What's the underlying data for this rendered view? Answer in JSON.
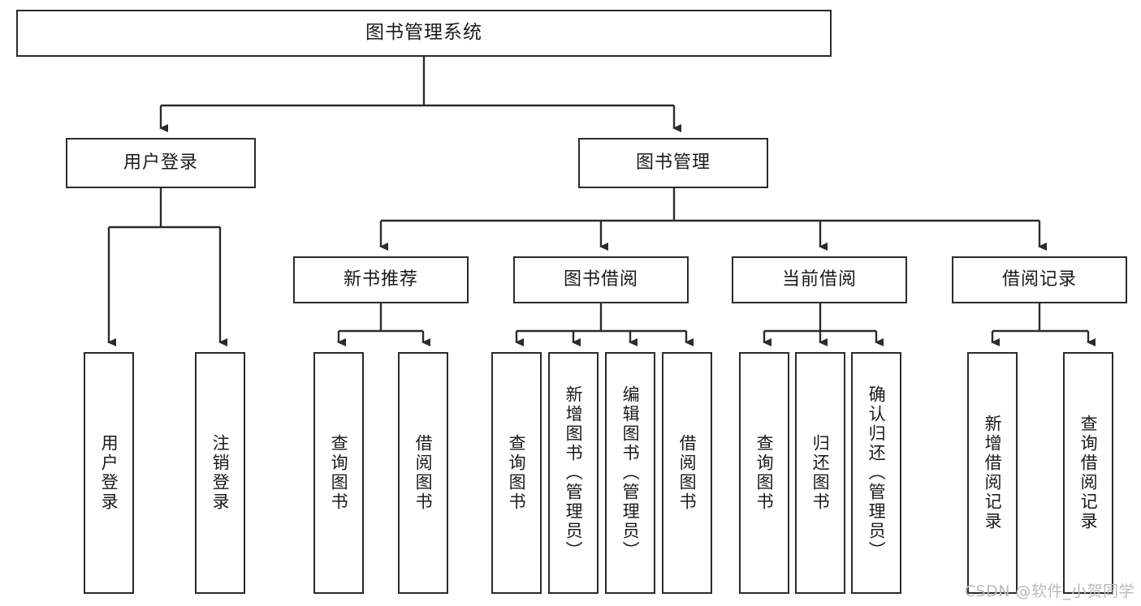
{
  "diagram": {
    "type": "tree-hierarchy-chart",
    "title": "图书管理系统",
    "watermark": "CSDN @软件_小贺同学",
    "colors": {
      "stroke": "#2b2b2b",
      "fill": "#ffffff",
      "text": "#1a1a1a",
      "watermark": "#b9b9b9"
    },
    "nodes": {
      "root": {
        "label": "图书管理系统"
      },
      "level2": [
        {
          "id": "user-login",
          "label": "用户登录"
        },
        {
          "id": "book-manage",
          "label": "图书管理"
        }
      ],
      "level3": [
        {
          "id": "new-book-recommend",
          "label": "新书推荐"
        },
        {
          "id": "book-borrow",
          "label": "图书借阅"
        },
        {
          "id": "current-borrow",
          "label": "当前借阅"
        },
        {
          "id": "borrow-record",
          "label": "借阅记录"
        }
      ],
      "leaves": {
        "user_login": [
          {
            "id": "leaf-user-login",
            "label": "用户登录"
          },
          {
            "id": "leaf-logout",
            "label": "注销登录"
          }
        ],
        "new_book_recommend": [
          {
            "id": "leaf-query-book-1",
            "label": "查询图书"
          },
          {
            "id": "leaf-borrow-book-1",
            "label": "借阅图书"
          }
        ],
        "book_borrow": [
          {
            "id": "leaf-query-book-2",
            "label": "查询图书"
          },
          {
            "id": "leaf-add-book",
            "label": "新增图书（管理员）"
          },
          {
            "id": "leaf-edit-book",
            "label": "编辑图书（管理员）"
          },
          {
            "id": "leaf-borrow-book-2",
            "label": "借阅图书"
          }
        ],
        "current_borrow": [
          {
            "id": "leaf-query-book-3",
            "label": "查询图书"
          },
          {
            "id": "leaf-return-book",
            "label": "归还图书"
          },
          {
            "id": "leaf-confirm-return",
            "label": "确认归还（管理员）"
          }
        ],
        "borrow_record": [
          {
            "id": "leaf-add-record",
            "label": "新增借阅记录"
          },
          {
            "id": "leaf-query-record",
            "label": "查询借阅记录"
          }
        ]
      }
    }
  }
}
